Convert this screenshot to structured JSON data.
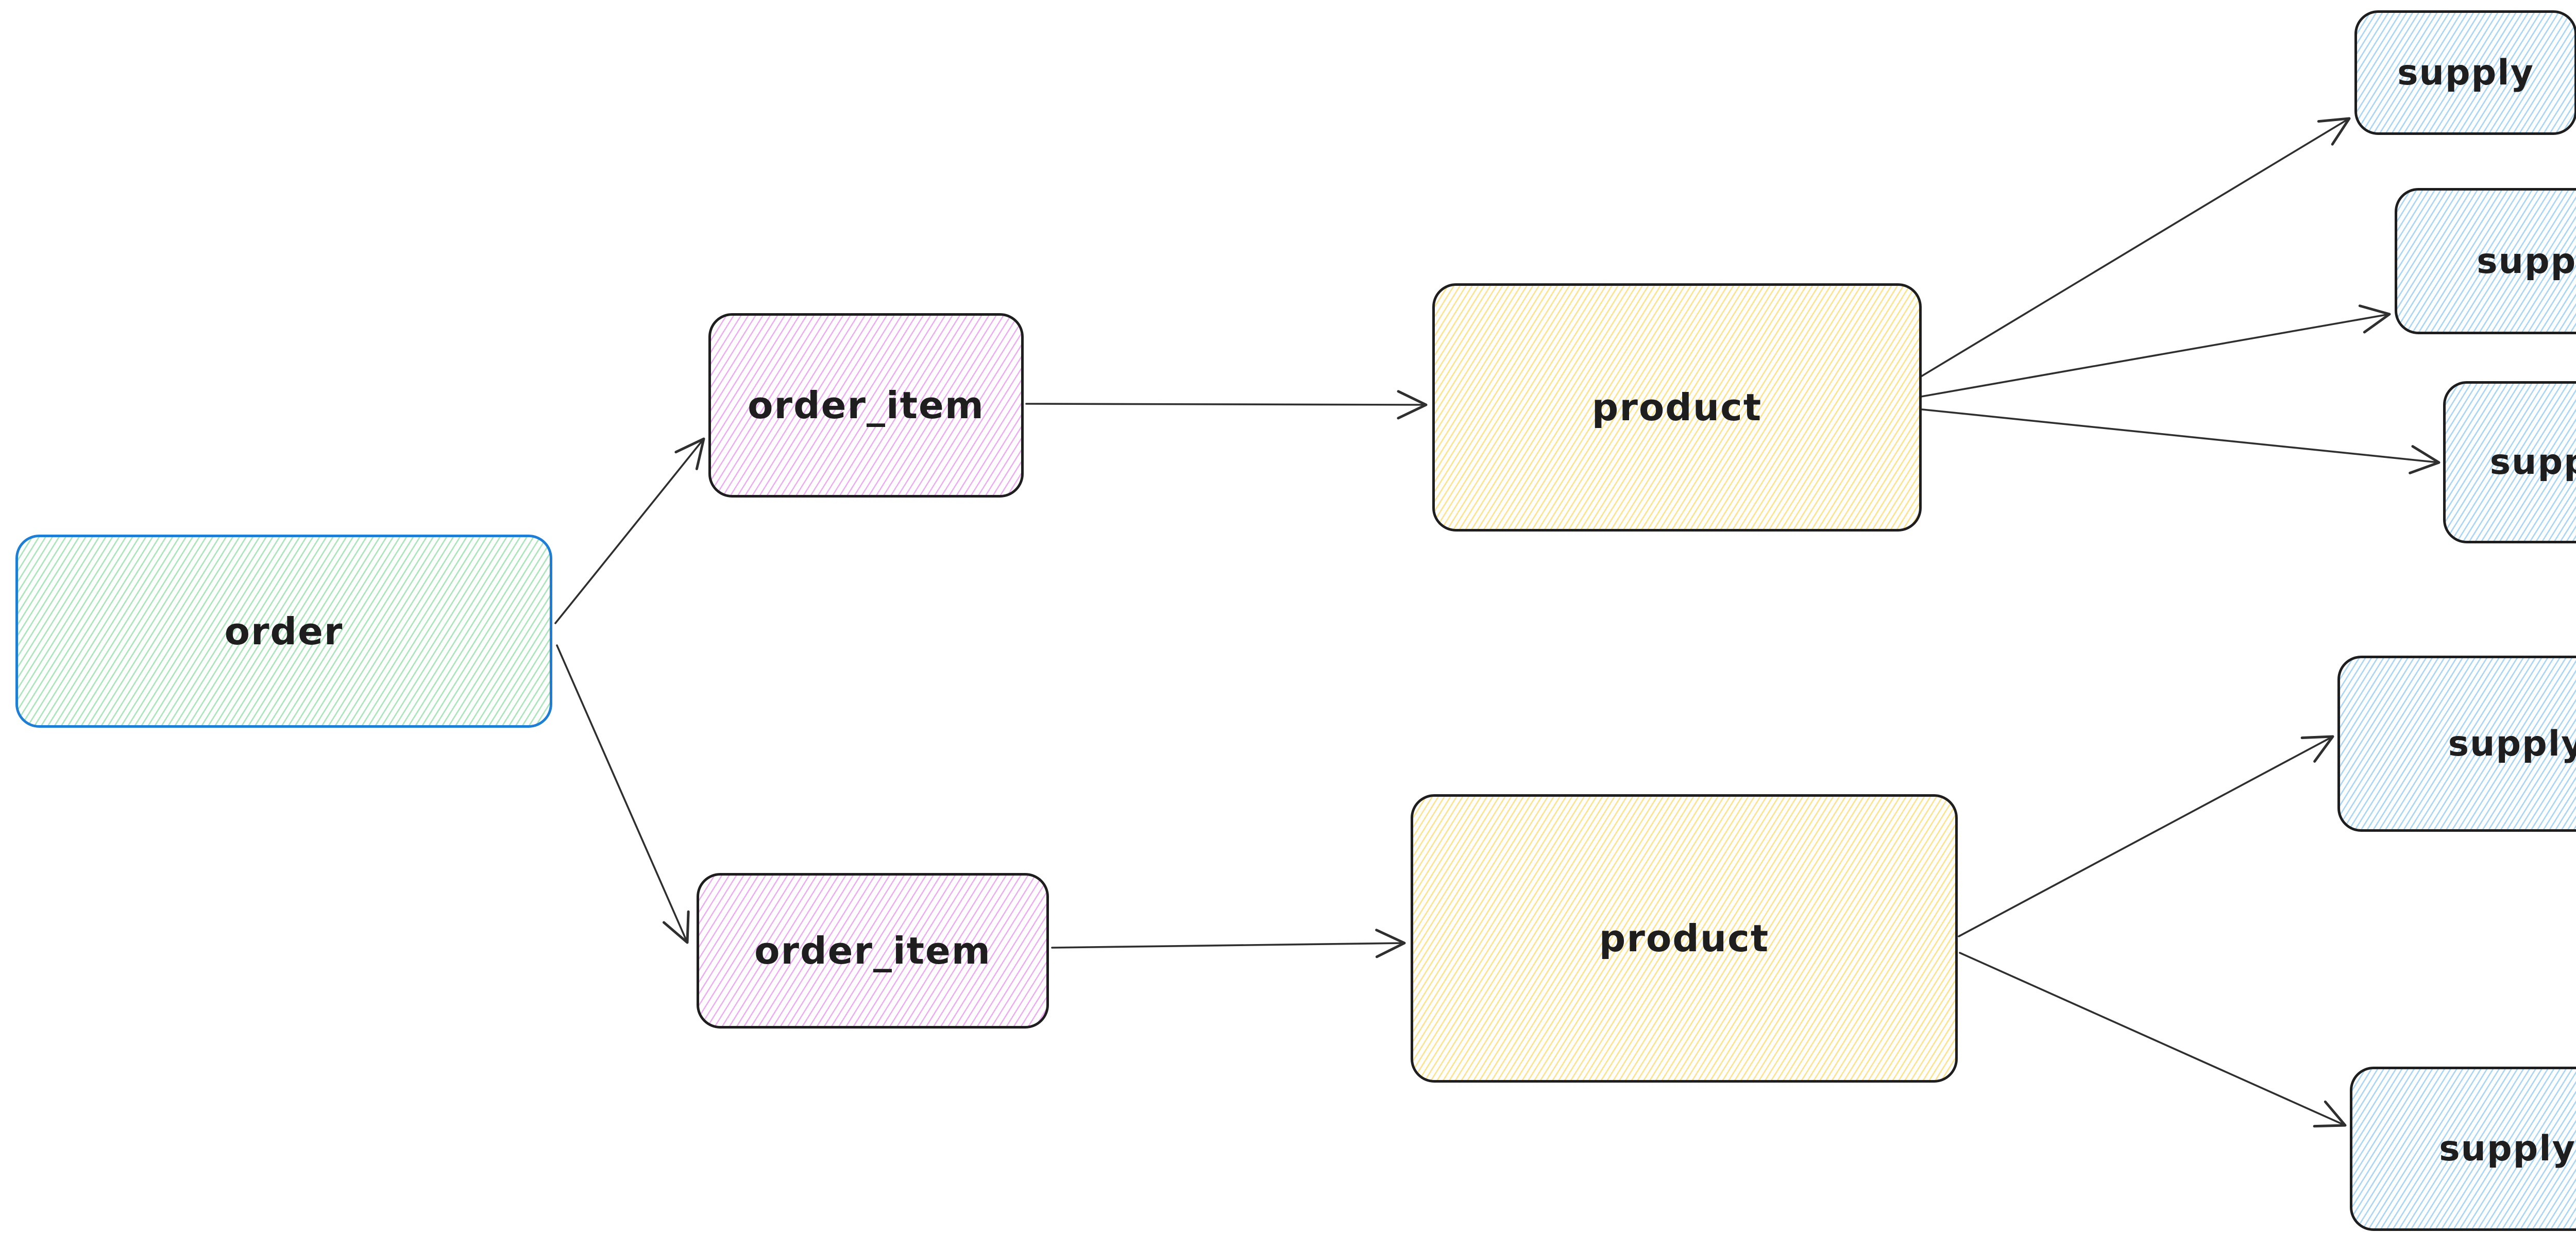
{
  "diagram": {
    "kind": "hand-drawn entity flow diagram",
    "background_color": "#ffffff",
    "edge_color": "#2f2f2f",
    "nodes": [
      {
        "id": "order",
        "label": "order",
        "stroke_color": "#1c7ed6",
        "hatch_color": "#a9e6b9"
      },
      {
        "id": "order_item_1",
        "label": "order_item",
        "stroke_color": "#1e1e1e",
        "hatch_color": "#eeabf4"
      },
      {
        "id": "order_item_2",
        "label": "order_item",
        "stroke_color": "#1e1e1e",
        "hatch_color": "#eeabf4"
      },
      {
        "id": "product_1",
        "label": "product",
        "stroke_color": "#1e1e1e",
        "hatch_color": "#ffe38c"
      },
      {
        "id": "product_2",
        "label": "product",
        "stroke_color": "#1e1e1e",
        "hatch_color": "#ffe38c"
      },
      {
        "id": "supply_1",
        "label": "supply",
        "stroke_color": "#1e1e1e",
        "hatch_color": "#a9d6f7"
      },
      {
        "id": "supply_2",
        "label": "supply",
        "stroke_color": "#1e1e1e",
        "hatch_color": "#a9d6f7"
      },
      {
        "id": "supply_3",
        "label": "supply",
        "stroke_color": "#1e1e1e",
        "hatch_color": "#a9d6f7"
      },
      {
        "id": "supply_4",
        "label": "supply",
        "stroke_color": "#1e1e1e",
        "hatch_color": "#a9d6f7"
      },
      {
        "id": "supply_5",
        "label": "supply",
        "stroke_color": "#1e1e1e",
        "hatch_color": "#a9d6f7"
      }
    ],
    "edges": [
      {
        "from": "order",
        "to": "order_item_1"
      },
      {
        "from": "order",
        "to": "order_item_2"
      },
      {
        "from": "order_item_1",
        "to": "product_1"
      },
      {
        "from": "order_item_2",
        "to": "product_2"
      },
      {
        "from": "product_1",
        "to": "supply_1"
      },
      {
        "from": "product_1",
        "to": "supply_2"
      },
      {
        "from": "product_1",
        "to": "supply_3"
      },
      {
        "from": "product_2",
        "to": "supply_4"
      },
      {
        "from": "product_2",
        "to": "supply_5"
      }
    ]
  }
}
